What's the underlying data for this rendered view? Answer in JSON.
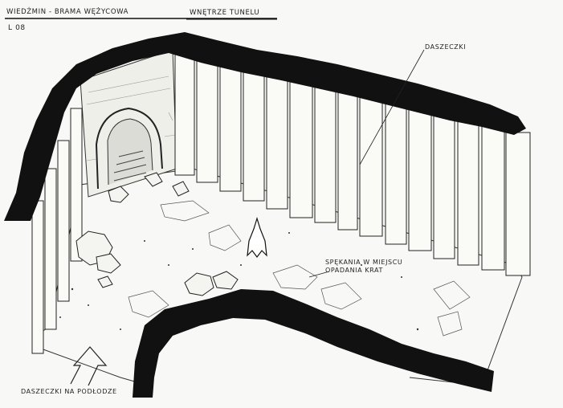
{
  "header": {
    "title": "WIEDŹMIN - BRAMA WĘŻYCOWA",
    "sheet_code": "L 08",
    "section": "WNĘTRZE TUNELU"
  },
  "annotations": {
    "ceiling_blocks": "DASZECZKI",
    "cracks_note": "SPĘKANIA W MIEJSCU OPADANIA KRAT",
    "floor_blocks_note": "DASZECZKI NA PODŁODZE"
  },
  "colors": {
    "paper": "#f8f8f6",
    "ink": "#111111"
  }
}
